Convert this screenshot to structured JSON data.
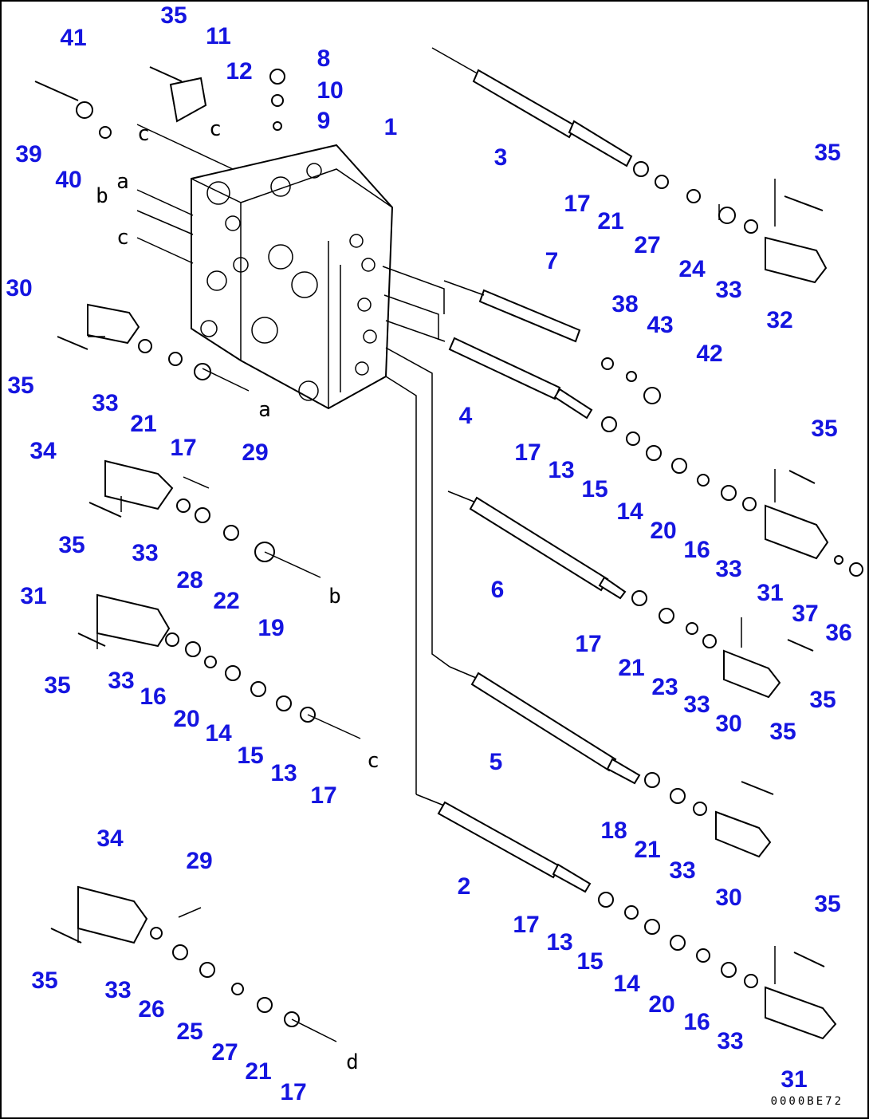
{
  "callouts": [
    "1",
    "2",
    "3",
    "4",
    "5",
    "6",
    "7",
    "8",
    "9",
    "10",
    "11",
    "12",
    "13",
    "14",
    "15",
    "16",
    "17",
    "18",
    "19",
    "20",
    "21",
    "22",
    "23",
    "24",
    "25",
    "26",
    "27",
    "28",
    "29",
    "30",
    "31",
    "32",
    "33",
    "34",
    "35",
    "36",
    "37",
    "38",
    "39",
    "40",
    "41",
    "42",
    "43"
  ],
  "line_letters": [
    "a",
    "b",
    "c",
    "d"
  ],
  "drawing_code": "0000BE72",
  "colors": {
    "callout": "#1515e0",
    "line": "#000000"
  }
}
